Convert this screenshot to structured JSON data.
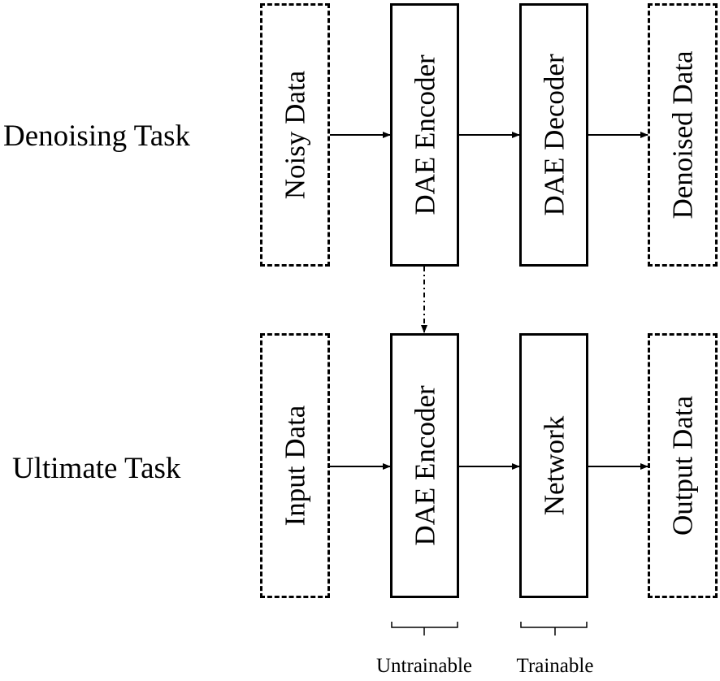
{
  "rows": {
    "denoising": {
      "label": "Denoising Task",
      "boxes": [
        "Noisy Data",
        "DAE Encoder",
        "DAE Decoder",
        "Denoised Data"
      ]
    },
    "ultimate": {
      "label": "Ultimate Task",
      "boxes": [
        "Input Data",
        "DAE Encoder",
        "Network",
        "Output Data"
      ]
    }
  },
  "captions": {
    "encoder": "Untrainable",
    "network": "Trainable"
  }
}
